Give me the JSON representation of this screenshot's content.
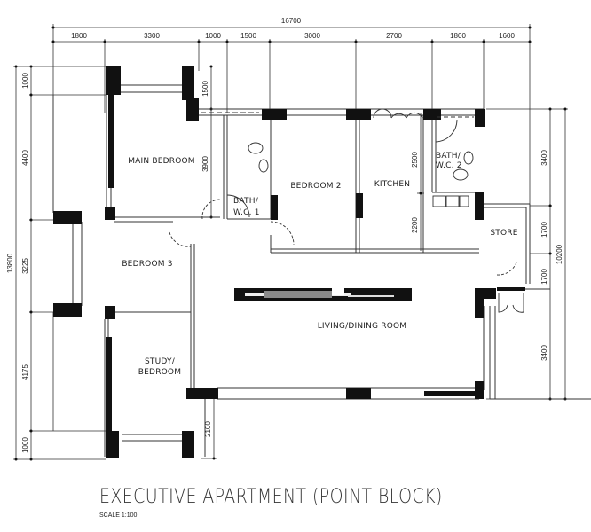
{
  "title": "EXECUTIVE APARTMENT (POINT BLOCK)",
  "scale": "SCALE 1:100",
  "dimensions": {
    "top_total": "16700",
    "top_segments": [
      "1800",
      "3300",
      "1000",
      "1500",
      "3000",
      "2700",
      "1800",
      "1600"
    ],
    "left_total": "13800",
    "left_segments": [
      "1000",
      "4400",
      "3225",
      "4175",
      "1000"
    ],
    "right_total": "10200",
    "right_segments": [
      "3400",
      "1700",
      "1700",
      "3400"
    ],
    "interior": {
      "main_bedroom_upper": "1500",
      "main_bedroom_lower": "3900",
      "kitchen_upper": "2500",
      "kitchen_lower": "2200",
      "study_bottom": "2100"
    }
  },
  "rooms": {
    "main_bedroom": "MAIN BEDROOM",
    "bedroom_2": "BEDROOM 2",
    "kitchen": "KITCHEN",
    "bath_wc_1_line1": "BATH/",
    "bath_wc_1_line2": "W.C. 1",
    "bath_wc_2_line1": "BATH/",
    "bath_wc_2_line2": "W.C. 2",
    "store": "STORE",
    "bedroom_3": "BEDROOM 3",
    "study_line1": "STUDY/",
    "study_line2": "BEDROOM",
    "living_dining": "LIVING/DINING ROOM"
  },
  "colors": {
    "wall": "#111111",
    "line": "#333333",
    "background": "#ffffff"
  }
}
